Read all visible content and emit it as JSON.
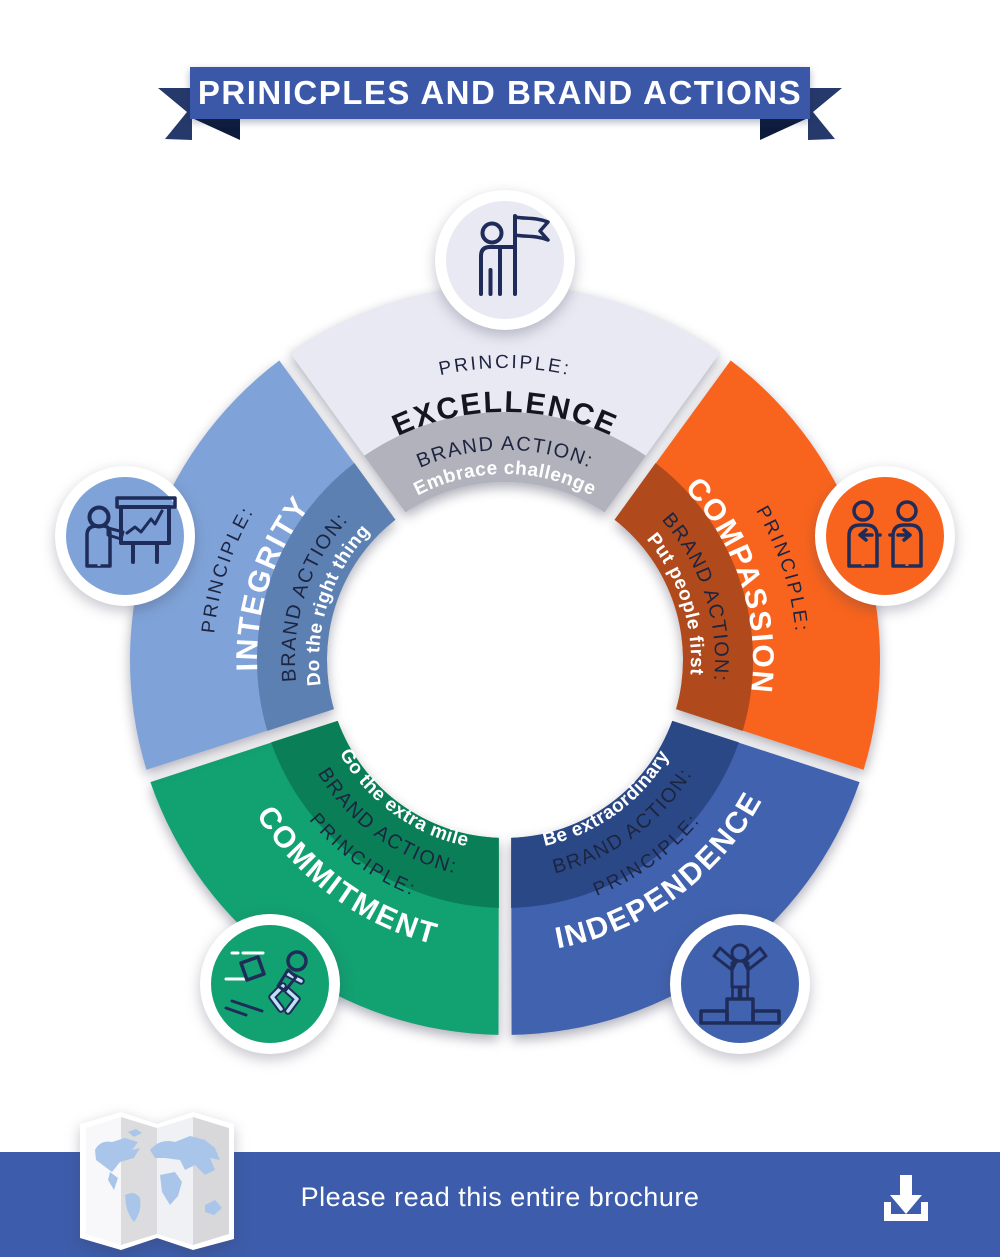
{
  "banner": {
    "title": "PRINICPLES AND BRAND ACTIONS",
    "ribbon_color": "#3b58a8",
    "tail_color": "#26396b",
    "fold_color": "#0d1b3c",
    "text_color": "#ffffff"
  },
  "wheel": {
    "label_color": "#1d2440",
    "action_color": "#ffffff",
    "segments": [
      {
        "principle_label": "PRINCIPLE:",
        "principle_name": "EXCELLENCE",
        "brand_label": "BRAND ACTION:",
        "brand_action": "Embrace challenge",
        "color": "#e9e9f3",
        "band_color": "#b2b2bc",
        "name_color": "#15151f",
        "icon": "flag-bearer-icon"
      },
      {
        "principle_label": "PRINCIPLE:",
        "principle_name": "COMPASSION",
        "brand_label": "BRAND ACTION:",
        "brand_action": "Put people first",
        "color": "#f8641d",
        "band_color": "#b04a1c",
        "name_color": "#ffffff",
        "icon": "people-exchange-icon"
      },
      {
        "principle_label": "PRINCIPLE:",
        "principle_name": "INDEPENDENCE",
        "brand_label": "BRAND ACTION:",
        "brand_action": "Be extraordinary",
        "color": "#4162ae",
        "band_color": "#2b4886",
        "name_color": "#ffffff",
        "icon": "winner-podium-icon"
      },
      {
        "principle_label": "PRINCIPLE:",
        "principle_name": "COMMITMENT",
        "brand_label": "BRAND ACTION:",
        "brand_action": "Go the extra mile",
        "color": "#12a171",
        "band_color": "#0a7f57",
        "name_color": "#ffffff",
        "icon": "runner-icon"
      },
      {
        "principle_label": "PRINCIPLE:",
        "principle_name": "INTEGRITY",
        "brand_label": "BRAND ACTION:",
        "brand_action": "Do the right thing",
        "color": "#7fa3d8",
        "band_color": "#5d80b3",
        "name_color": "#ffffff",
        "icon": "presenter-chart-icon"
      }
    ]
  },
  "footer": {
    "message": "Please read this entire brochure",
    "bar_color": "#3d5cab",
    "text_color": "#ffffff",
    "download_icon": "download-icon",
    "map_icon": "world-map-icon"
  },
  "palette": {
    "icon_stroke": "#1f2c59",
    "icon_fill": "#bfe0f7",
    "map_land": "#a9c6ea"
  }
}
